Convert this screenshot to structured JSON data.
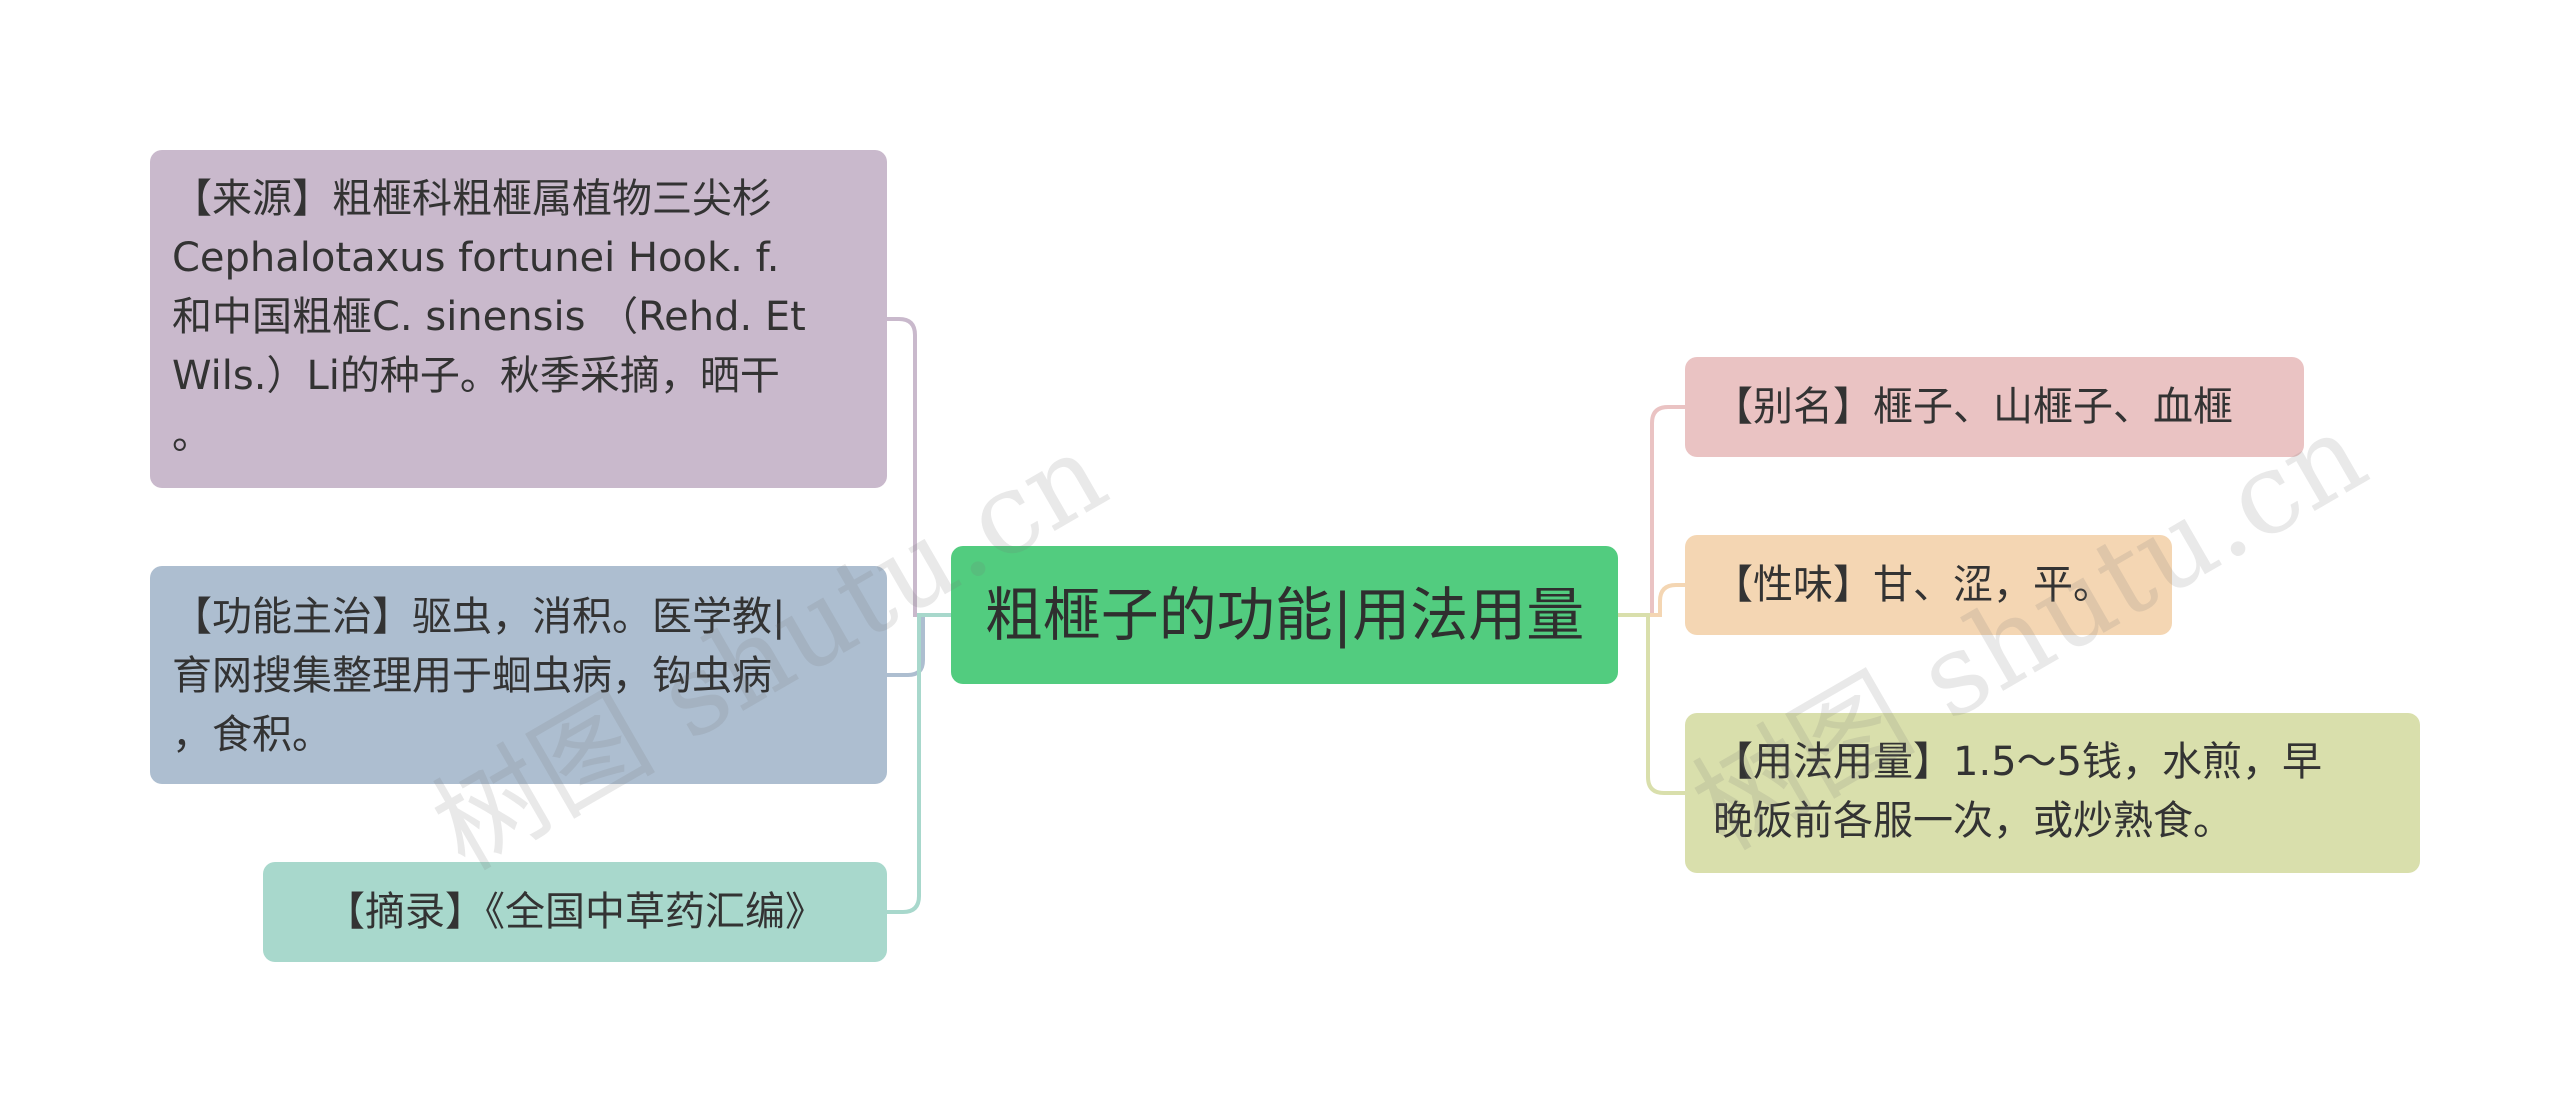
{
  "colors": {
    "root": "#52cc7f",
    "source": "#c9b9cc",
    "func": "#adbed0",
    "excerpt": "#a8d8cc",
    "alias": "#eac3c3",
    "taste": "#f4d6b3",
    "usage": "#d9dfac",
    "link_source": "#c9b9cc",
    "link_func": "#adbed0",
    "link_excerpt": "#a8d8cc",
    "link_alias": "#eac3c3",
    "link_taste": "#f4d6b3",
    "link_usage": "#d9dfac"
  },
  "root": {
    "text": "粗榧子的功能|用法用量"
  },
  "left": {
    "source": {
      "lines": [
        "【来源】粗榧科粗榧属植物三尖杉",
        "Cephalotaxus fortunei Hook. f.",
        "和中国粗榧C. sinensis （Rehd. Et",
        "Wils.）Li的种子。秋季采摘，晒干",
        "。"
      ]
    },
    "func": {
      "lines": [
        "【功能主治】驱虫，消积。医学教|",
        "育网搜集整理用于蛔虫病，钩虫病",
        "，食积。"
      ]
    },
    "excerpt": {
      "text": "【摘录】《全国中草药汇编》"
    }
  },
  "right": {
    "alias": {
      "text": "【别名】榧子、山榧子、血榧"
    },
    "taste": {
      "text": "【性味】甘、涩，平。"
    },
    "usage": {
      "lines": [
        "【用法用量】1.5～5钱，水煎，早",
        "晚饭前各服一次，或炒熟食。"
      ]
    }
  },
  "watermarks": [
    "树图 shutu.cn",
    "树图 shutu.cn"
  ]
}
